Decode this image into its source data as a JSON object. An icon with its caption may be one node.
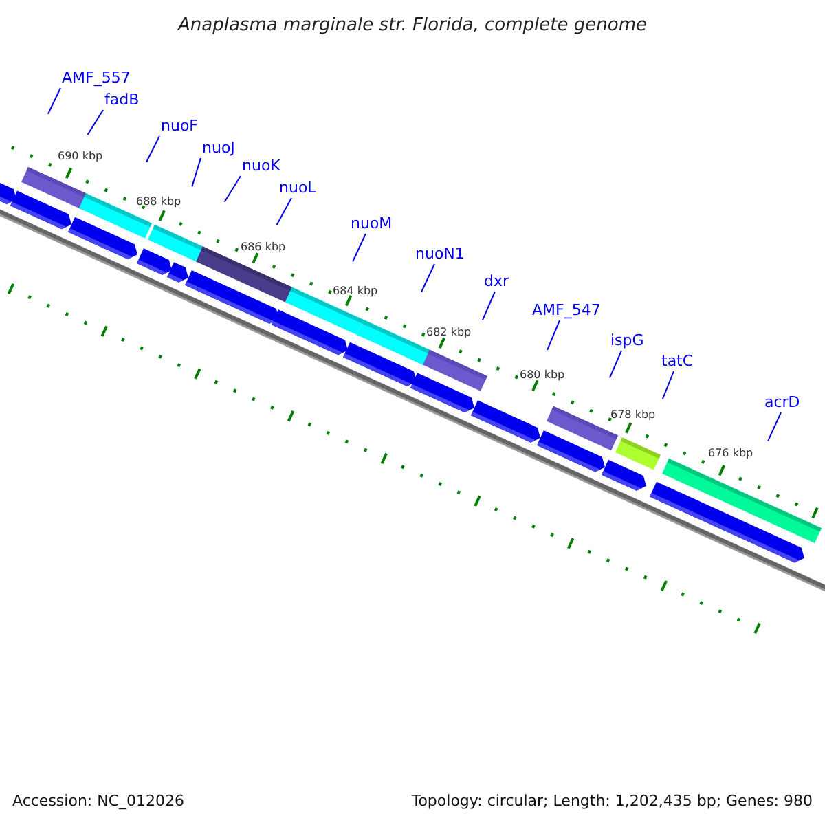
{
  "diagram": {
    "title": "Anaplasma marginale str. Florida, complete genome",
    "nodes": [
      {
        "text": [
          "AMF_557"
        ]
      },
      {
        "text": [
          "fadB"
        ]
      },
      {
        "text": [
          "nuoF"
        ]
      },
      {
        "text": [
          "nuoJ"
        ]
      },
      {
        "text": [
          "nuoK"
        ]
      },
      {
        "text": [
          "nuoL"
        ]
      },
      {
        "text": [
          "nuoM"
        ]
      },
      {
        "text": [
          "nuoN1"
        ]
      },
      {
        "text": [
          "dxr"
        ]
      },
      {
        "text": [
          "AMF_547"
        ]
      },
      {
        "text": [
          "ispG"
        ]
      },
      {
        "text": [
          "tatC"
        ]
      },
      {
        "text": [
          "acrD"
        ]
      }
    ],
    "edges": [
      {
        "from": 0,
        "to": null,
        "arrow": "none"
      },
      {
        "from": 1,
        "to": null,
        "arrow": "none"
      },
      {
        "from": 2,
        "to": null,
        "arrow": "none"
      },
      {
        "from": 3,
        "to": null,
        "arrow": "none"
      },
      {
        "from": 4,
        "to": null,
        "arrow": "none"
      },
      {
        "from": 5,
        "to": null,
        "arrow": "none"
      },
      {
        "from": 6,
        "to": null,
        "arrow": "none"
      },
      {
        "from": 7,
        "to": null,
        "arrow": "none"
      },
      {
        "from": 8,
        "to": null,
        "arrow": "none"
      },
      {
        "from": 9,
        "to": null,
        "arrow": "none"
      },
      {
        "from": 10,
        "to": null,
        "arrow": "none"
      },
      {
        "from": 11,
        "to": null,
        "arrow": "none"
      },
      {
        "from": 12,
        "to": null,
        "arrow": "none"
      }
    ],
    "labels": [
      "690 kbp",
      "688 kbp",
      "686 kbp",
      "684 kbp",
      "682 kbp",
      "680 kbp",
      "678 kbp",
      "676 kbp",
      "Accession: NC_012026",
      "Topology: circular; Length: 1,202,435 bp; Genes: 980"
    ]
  }
}
